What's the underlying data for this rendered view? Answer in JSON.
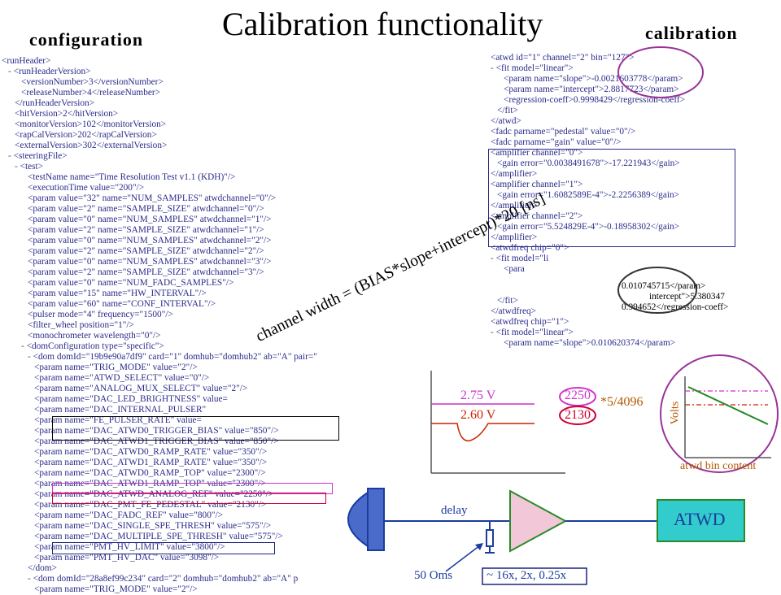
{
  "title": "Calibration functionality",
  "left_header": "configuration",
  "right_header": "calibration",
  "config_xml": [
    {
      "i": 0,
      "m": "",
      "s": "<runHeader>"
    },
    {
      "i": 1,
      "m": "-",
      "s": "<runHeaderVersion>"
    },
    {
      "i": 3,
      "m": "",
      "s": "<versionNumber>3</versionNumber>"
    },
    {
      "i": 3,
      "m": "",
      "s": "<releaseNumber>4</releaseNumber>"
    },
    {
      "i": 2,
      "m": "",
      "s": "</runHeaderVersion>"
    },
    {
      "i": 2,
      "m": "",
      "s": "<hitVersion>2</hitVersion>"
    },
    {
      "i": 2,
      "m": "",
      "s": "<monitorVersion>102</monitorVersion>"
    },
    {
      "i": 2,
      "m": "",
      "s": "<rapCalVersion>202</rapCalVersion>"
    },
    {
      "i": 2,
      "m": "",
      "s": "<externalVersion>302</externalVersion>"
    },
    {
      "i": 1,
      "m": "-",
      "s": "<steeringFile>"
    },
    {
      "i": 2,
      "m": "-",
      "s": "<test>"
    },
    {
      "i": 4,
      "m": "",
      "s": "<testName name=\"Time Resolution Test v1.1 (KDH)\"/>"
    },
    {
      "i": 4,
      "m": "",
      "s": "<executionTime value=\"200\"/>"
    },
    {
      "i": 4,
      "m": "",
      "s": "<param value=\"32\" name=\"NUM_SAMPLES\" atwdchannel=\"0\"/>"
    },
    {
      "i": 4,
      "m": "",
      "s": "<param value=\"2\" name=\"SAMPLE_SIZE\" atwdchannel=\"0\"/>"
    },
    {
      "i": 4,
      "m": "",
      "s": "<param value=\"0\" name=\"NUM_SAMPLES\" atwdchannel=\"1\"/>"
    },
    {
      "i": 4,
      "m": "",
      "s": "<param value=\"2\" name=\"SAMPLE_SIZE\" atwdchannel=\"1\"/>"
    },
    {
      "i": 4,
      "m": "",
      "s": "<param value=\"0\" name=\"NUM_SAMPLES\" atwdchannel=\"2\"/>"
    },
    {
      "i": 4,
      "m": "",
      "s": "<param value=\"2\" name=\"SAMPLE_SIZE\" atwdchannel=\"2\"/>"
    },
    {
      "i": 4,
      "m": "",
      "s": "<param value=\"0\" name=\"NUM_SAMPLES\" atwdchannel=\"3\"/>"
    },
    {
      "i": 4,
      "m": "",
      "s": "<param value=\"2\" name=\"SAMPLE_SIZE\" atwdchannel=\"3\"/>"
    },
    {
      "i": 4,
      "m": "",
      "s": "<param value=\"0\" name=\"NUM_FADC_SAMPLES\"/>"
    },
    {
      "i": 4,
      "m": "",
      "s": "<param value=\"15\" name=\"HW_INTERVAL\"/>"
    },
    {
      "i": 4,
      "m": "",
      "s": "<param value=\"60\" name=\"CONF_INTERVAL\"/>"
    },
    {
      "i": 4,
      "m": "",
      "s": "<pulser mode=\"4\" frequency=\"1500\"/>"
    },
    {
      "i": 4,
      "m": "",
      "s": "<filter_wheel position=\"1\"/>"
    },
    {
      "i": 4,
      "m": "",
      "s": "<monochrometer wavelength=\"0\"/>"
    },
    {
      "i": 3,
      "m": "-",
      "s": "<domConfiguration type=\"specific\">"
    },
    {
      "i": 4,
      "m": "-",
      "s": "<dom domId=\"19b9e90a7df9\" card=\"1\" domhub=\"domhub2\" ab=\"A\" pair=\""
    },
    {
      "i": 5,
      "m": "",
      "s": "<param name=\"TRIG_MODE\" value=\"2\"/>"
    },
    {
      "i": 5,
      "m": "",
      "s": "<param name=\"ATWD_SELECT\" value=\"0\"/>"
    },
    {
      "i": 5,
      "m": "",
      "s": "<param name=\"ANALOG_MUX_SELECT\" value=\"2\"/>"
    },
    {
      "i": 5,
      "m": "",
      "s": "<param name=\"DAC_LED_BRIGHTNESS\" value="
    },
    {
      "i": 5,
      "m": "",
      "s": "<param name=\"DAC_INTERNAL_PULSER\""
    },
    {
      "i": 5,
      "m": "",
      "s": "<param name=\"FE_PULSER_RATE\" value="
    },
    {
      "i": 5,
      "m": "",
      "s": "<param name=\"DAC_ATWD0_TRIGGER_BIAS\" value=\"850\"/>"
    },
    {
      "i": 5,
      "m": "",
      "s": "<param name=\"DAC_ATWD1_TRIGGER_BIAS\" value=\"850\"/>"
    },
    {
      "i": 5,
      "m": "",
      "s": "<param name=\"DAC_ATWD0_RAMP_RATE\" value=\"350\"/>"
    },
    {
      "i": 5,
      "m": "",
      "s": "<param name=\"DAC_ATWD1_RAMP_RATE\" value=\"350\"/>"
    },
    {
      "i": 5,
      "m": "",
      "s": "<param name=\"DAC_ATWD0_RAMP_TOP\" value=\"2300\"/>"
    },
    {
      "i": 5,
      "m": "",
      "s": "<param name=\"DAC_ATWD1_RAMP_TOP\" value=\"2300\"/>"
    },
    {
      "i": 5,
      "m": "",
      "s": "<param name=\"DAC_ATWD_ANALOG_REF\" value=\"2250\"/>"
    },
    {
      "i": 5,
      "m": "",
      "s": "<param name=\"DAC_PMT_FE_PEDESTAL\" value=\"2130\"/>"
    },
    {
      "i": 5,
      "m": "",
      "s": "<param name=\"DAC_FADC_REF\" value=\"800\"/>"
    },
    {
      "i": 5,
      "m": "",
      "s": "<param name=\"DAC_SINGLE_SPE_THRESH\" value=\"575\"/>"
    },
    {
      "i": 5,
      "m": "",
      "s": "<param name=\"DAC_MULTIPLE_SPE_THRESH\" value=\"575\"/>"
    },
    {
      "i": 5,
      "m": "",
      "s": "<param name=\"PMT_HV_LIMIT\" value=\"3800\"/>"
    },
    {
      "i": 5,
      "m": "",
      "s": "<param name=\"PMT_HV_DAC\" value=\"3098\"/>"
    },
    {
      "i": 4,
      "m": "",
      "s": "</dom>"
    },
    {
      "i": 4,
      "m": "-",
      "s": "<dom domId=\"28a8ef99c234\" card=\"2\" domhub=\"domhub2\" ab=\"A\" p"
    },
    {
      "i": 5,
      "m": "",
      "s": "<param name=\"TRIG_MODE\" value=\"2\"/>"
    }
  ],
  "calib_xml": [
    {
      "i": 0,
      "m": "",
      "s": "<atwd id=\"1\" channel=\"2\" bin=\"127\">"
    },
    {
      "i": 0,
      "m": "-",
      "s": "<fit model=\"linear\">"
    },
    {
      "i": 2,
      "m": "",
      "s": "<param name=\"slope\">-0.0021603778</param>"
    },
    {
      "i": 2,
      "m": "",
      "s": "<param name=\"intercept\">2.8817723</param>"
    },
    {
      "i": 2,
      "m": "",
      "s": "<regression-coeff>0.9998429</regression-coeff>"
    },
    {
      "i": 1,
      "m": "",
      "s": "</fit>"
    },
    {
      "i": 0,
      "m": "",
      "s": "</atwd>"
    },
    {
      "i": 0,
      "m": "",
      "s": "<fadc parname=\"pedestal\" value=\"0\"/>"
    },
    {
      "i": 0,
      "m": "",
      "s": "<fadc parname=\"gain\" value=\"0\"/>"
    },
    {
      "i": 0,
      "m": "",
      "s": "<amplifier channel=\"0\">"
    },
    {
      "i": 1,
      "m": "",
      "s": "<gain error=\"0.0038491678\">-17.221943</gain>"
    },
    {
      "i": 0,
      "m": "",
      "s": "</amplifier>"
    },
    {
      "i": 0,
      "m": "",
      "s": "<amplifier channel=\"1\">"
    },
    {
      "i": 1,
      "m": "",
      "s": "<gain error=\"1.6082589E-4\">-2.2256389</gain>"
    },
    {
      "i": 0,
      "m": "",
      "s": "</amplifier>"
    },
    {
      "i": 0,
      "m": "",
      "s": "<amplifier channel=\"2\">"
    },
    {
      "i": 1,
      "m": "",
      "s": "<gain error=\"5.524829E-4\">-0.18958302</gain>"
    },
    {
      "i": 0,
      "m": "",
      "s": "</amplifier>"
    },
    {
      "i": 0,
      "m": "",
      "s": "<atwdfreq chip=\"0\">"
    },
    {
      "i": 0,
      "m": "-",
      "s": "<fit model=\"li"
    },
    {
      "i": 2,
      "m": "",
      "s": "<para"
    },
    {
      "i": 2,
      "m": "",
      "s": ""
    },
    {
      "i": 2,
      "m": "",
      "s": ""
    },
    {
      "i": 1,
      "m": "",
      "s": "</fit>"
    },
    {
      "i": 0,
      "m": "",
      "s": "</atwdfreq>"
    },
    {
      "i": 0,
      "m": "",
      "s": "<atwdfreq chip=\"1\">"
    },
    {
      "i": 0,
      "m": "-",
      "s": "<fit model=\"linear\">"
    },
    {
      "i": 2,
      "m": "",
      "s": "<param name=\"slope\">0.010620374</param>"
    }
  ],
  "freq_fragments": {
    "line1": "0.010745715</param>",
    "line2": "intercept\">5.380347",
    "line3": "0.994652</regression-coeff>"
  },
  "formula": "channel width = (BIAS*slope+intercept)*20 [ns]",
  "scope": {
    "v1": "2.75 V",
    "v2": "2.60 V",
    "dac1": "2250",
    "dac2": "2130",
    "scale": "*5/4096"
  },
  "inset": {
    "ylabel": "Volts",
    "xlabel": "atwd bin content"
  },
  "circuit": {
    "delay": "delay",
    "resistor": "50 Oms",
    "gains": "~ 16x, 2x, 0.25x",
    "atwd": "ATWD"
  }
}
